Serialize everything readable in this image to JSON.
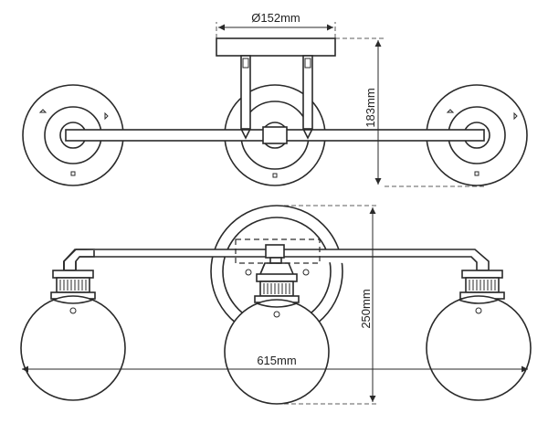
{
  "dimensions": {
    "canopy_diameter": "Ø152mm",
    "depth": "183mm",
    "height": "250mm",
    "width": "615mm"
  }
}
